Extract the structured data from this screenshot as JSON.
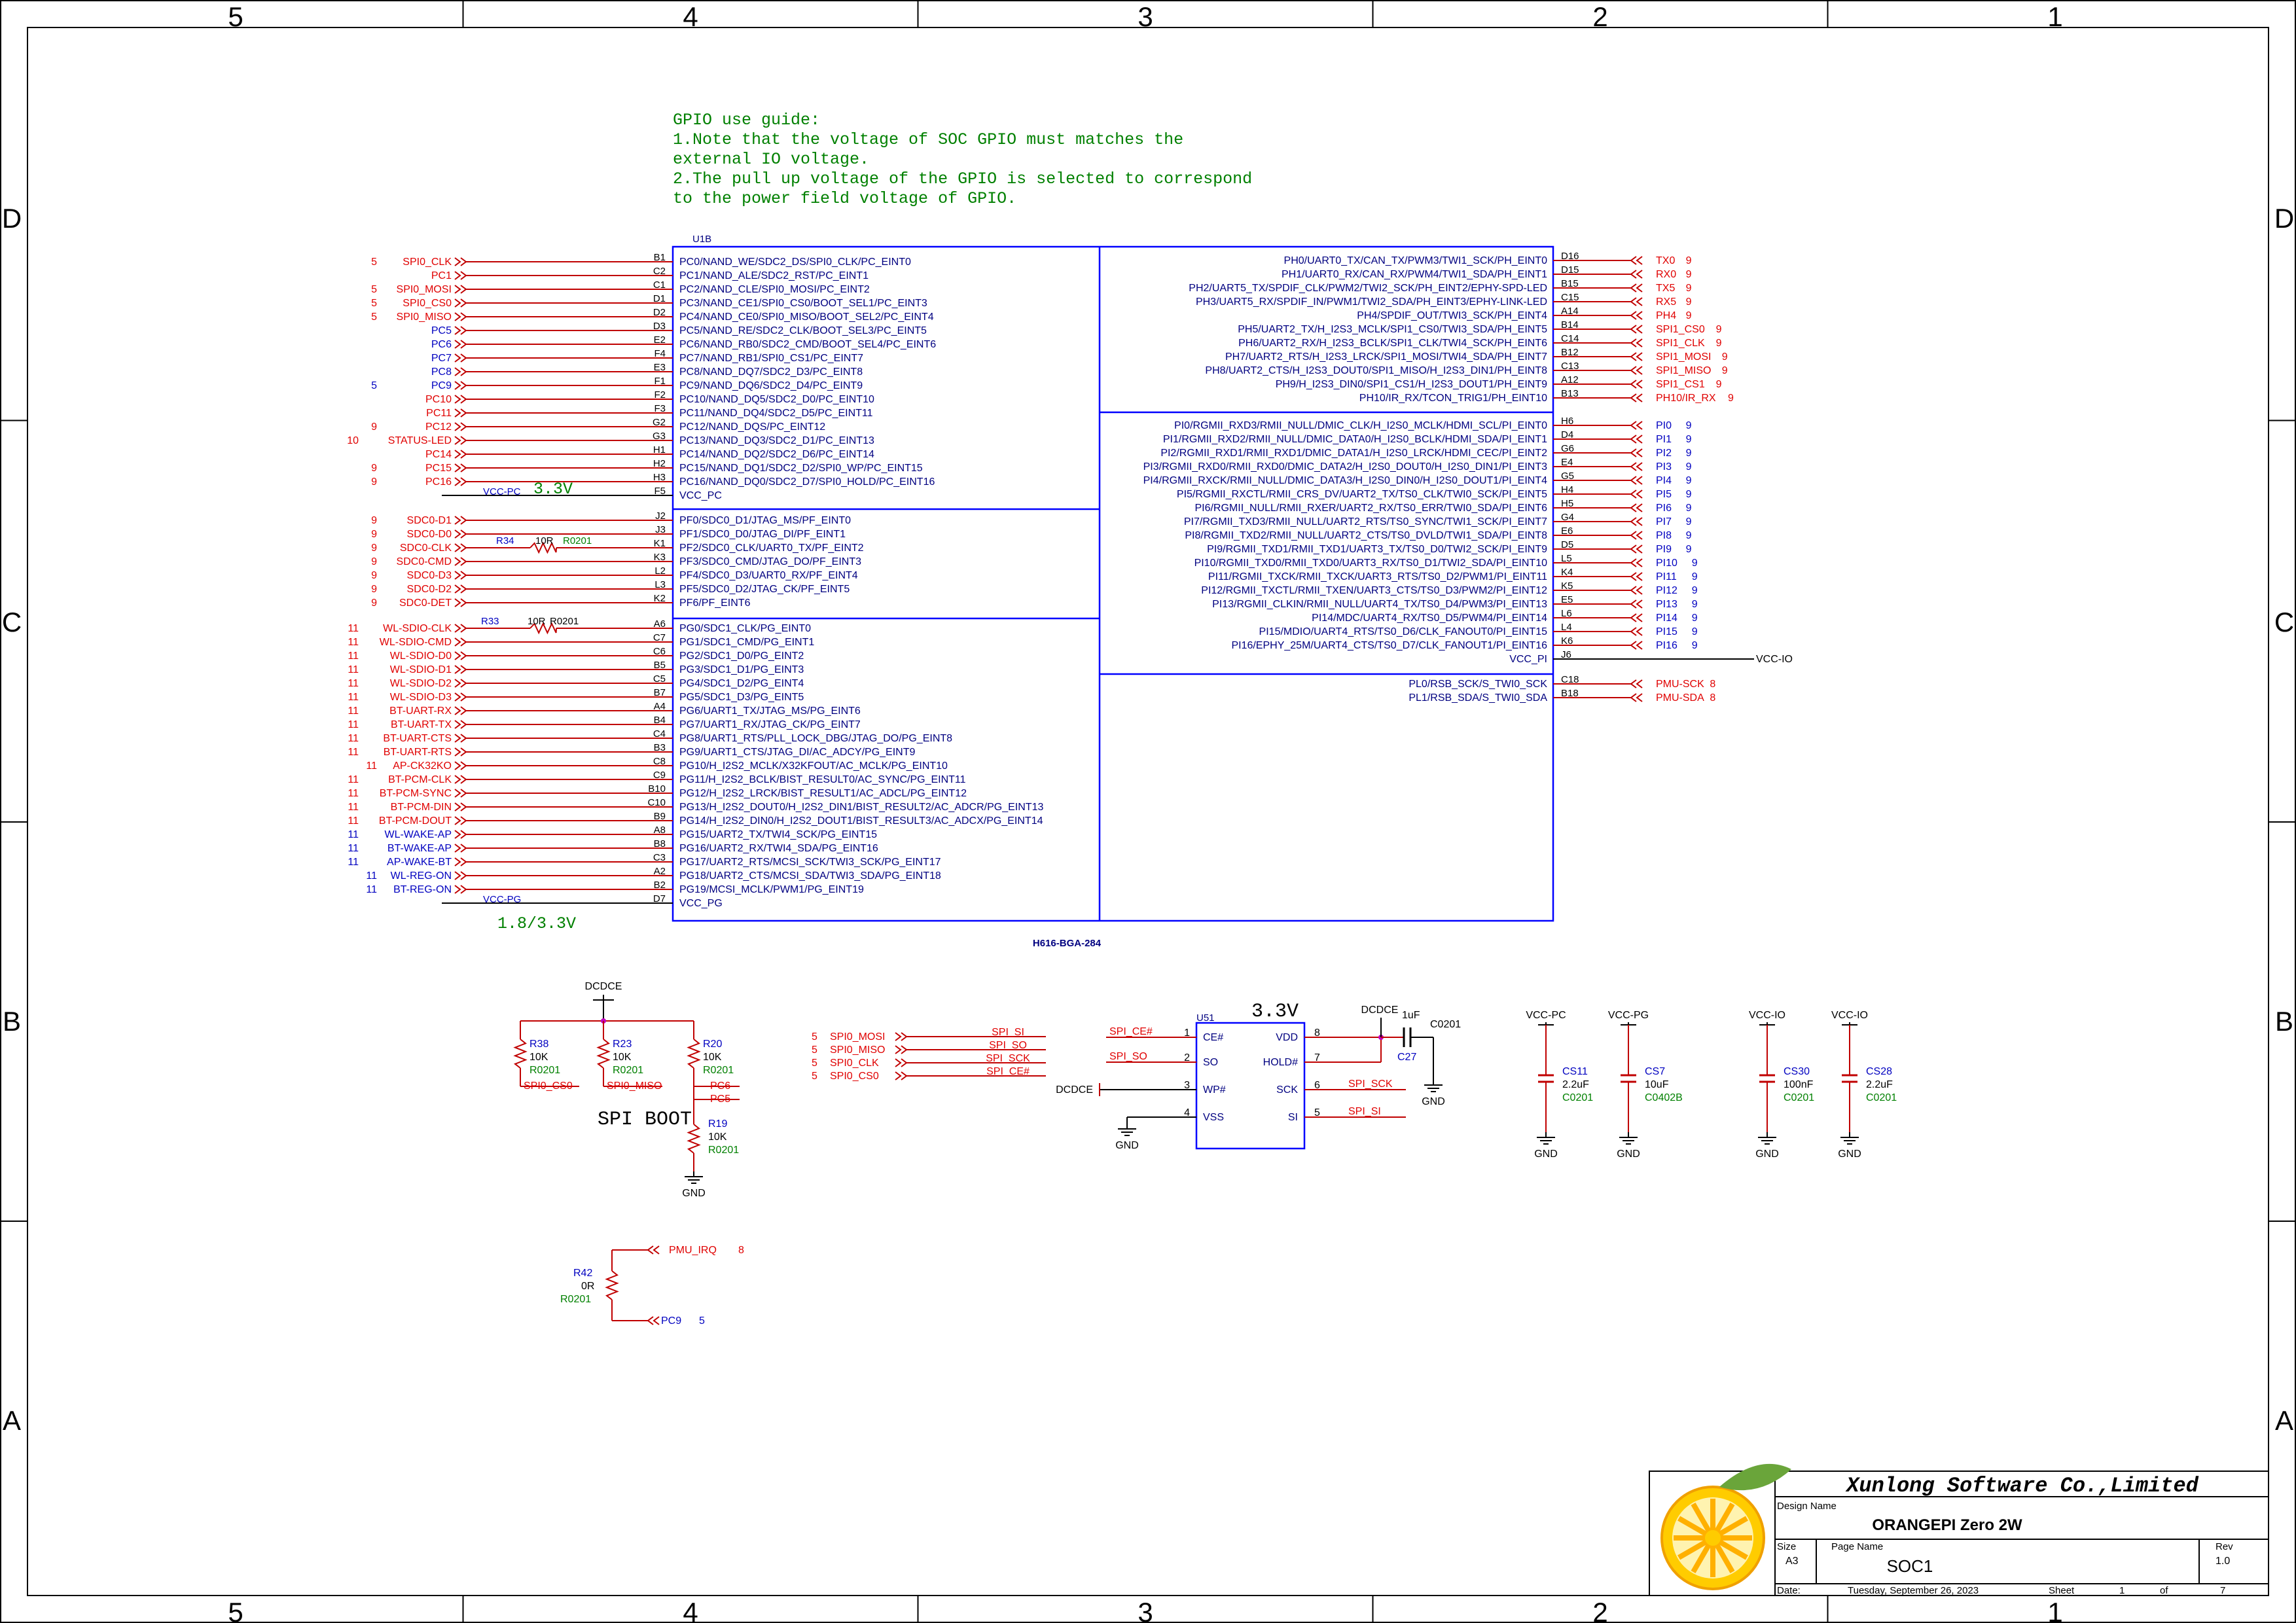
{
  "colors": {
    "wire": "#c00000",
    "net_red": "#e00000",
    "net_blue": "#0000c0",
    "chip": "#0000ff",
    "pin_text": "#000080",
    "note": "#008000",
    "frame": "#000000"
  },
  "zones": {
    "columns": [
      "5",
      "4",
      "3",
      "2",
      "1"
    ],
    "rows": [
      "D",
      "C",
      "B",
      "A"
    ]
  },
  "notes": {
    "gpio_guide": [
      "GPIO use guide:",
      "1.Note that the voltage of SOC GPIO must  matches the",
      "external IO voltage.",
      "2.The pull up voltage of the GPIO is selected to correspond",
      "to the power field voltage of GPIO."
    ],
    "vcc_pc_voltage": "3.3V",
    "vcc_pg_voltage": "1.8/3.3V",
    "spi_boot": "SPI BOOT",
    "flash_voltage": "3.3V"
  },
  "soc": {
    "ref": "U1B",
    "part": "H616-BGA-284",
    "left_pins": [
      {
        "pin": "B1",
        "fn": "PC0/NAND_WE/SDC2_DS/SPI0_CLK/PC_EINT0",
        "net": "SPI0_CLK",
        "page": "5",
        "color": "red"
      },
      {
        "pin": "C2",
        "fn": "PC1/NAND_ALE/SDC2_RST/PC_EINT1",
        "net": "PC1",
        "page": "",
        "color": "red"
      },
      {
        "pin": "C1",
        "fn": "PC2/NAND_CLE/SPI0_MOSI/PC_EINT2",
        "net": "SPI0_MOSI",
        "page": "5",
        "color": "red"
      },
      {
        "pin": "D1",
        "fn": "PC3/NAND_CE1/SPI0_CS0/BOOT_SEL1/PC_EINT3",
        "net": "SPI0_CS0",
        "page": "5",
        "color": "red"
      },
      {
        "pin": "D2",
        "fn": "PC4/NAND_CE0/SPI0_MISO/BOOT_SEL2/PC_EINT4",
        "net": "SPI0_MISO",
        "page": "5",
        "color": "red"
      },
      {
        "pin": "D3",
        "fn": "PC5/NAND_RE/SDC2_CLK/BOOT_SEL3/PC_EINT5",
        "net": "PC5",
        "page": "",
        "color": "blue"
      },
      {
        "pin": "E2",
        "fn": "PC6/NAND_RB0/SDC2_CMD/BOOT_SEL4/PC_EINT6",
        "net": "PC6",
        "page": "",
        "color": "blue"
      },
      {
        "pin": "F4",
        "fn": "PC7/NAND_RB1/SPI0_CS1/PC_EINT7",
        "net": "PC7",
        "page": "",
        "color": "blue"
      },
      {
        "pin": "E3",
        "fn": "PC8/NAND_DQ7/SDC2_D3/PC_EINT8",
        "net": "PC8",
        "page": "",
        "color": "blue"
      },
      {
        "pin": "F1",
        "fn": "PC9/NAND_DQ6/SDC2_D4/PC_EINT9",
        "net": "PC9",
        "page": "5",
        "color": "blue"
      },
      {
        "pin": "F2",
        "fn": "PC10/NAND_DQ5/SDC2_D0/PC_EINT10",
        "net": "PC10",
        "page": "",
        "color": "red"
      },
      {
        "pin": "F3",
        "fn": "PC11/NAND_DQ4/SDC2_D5/PC_EINT11",
        "net": "PC11",
        "page": "",
        "color": "red"
      },
      {
        "pin": "G2",
        "fn": "PC12/NAND_DQS/PC_EINT12",
        "net": "PC12",
        "page": "9",
        "color": "red"
      },
      {
        "pin": "G3",
        "fn": "PC13/NAND_DQ3/SDC2_D1/PC_EINT13",
        "net": "STATUS-LED",
        "page": "10",
        "color": "red"
      },
      {
        "pin": "H1",
        "fn": "PC14/NAND_DQ2/SDC2_D6/PC_EINT14",
        "net": "PC14",
        "page": "",
        "color": "red"
      },
      {
        "pin": "H2",
        "fn": "PC15/NAND_DQ1/SDC2_D2/SPI0_WP/PC_EINT15",
        "net": "PC15",
        "page": "9",
        "color": "red"
      },
      {
        "pin": "H3",
        "fn": "PC16/NAND_DQ0/SDC2_D7/SPI0_HOLD/PC_EINT16",
        "net": "PC16",
        "page": "9",
        "color": "red"
      },
      {
        "pin": "F5",
        "fn": "VCC_PC",
        "net": "VCC-PC",
        "page": "",
        "color": "blue"
      },
      {
        "pin": "J2",
        "fn": "PF0/SDC0_D1/JTAG_MS/PF_EINT0",
        "net": "SDC0-D1",
        "page": "9",
        "color": "red"
      },
      {
        "pin": "J3",
        "fn": "PF1/SDC0_D0/JTAG_DI/PF_EINT1",
        "net": "SDC0-D0",
        "page": "9",
        "color": "red"
      },
      {
        "pin": "K1",
        "fn": "PF2/SDC0_CLK/UART0_TX/PF_EINT2",
        "net": "SDC0-CLK",
        "page": "9",
        "color": "red"
      },
      {
        "pin": "K3",
        "fn": "PF3/SDC0_CMD/JTAG_DO/PF_EINT3",
        "net": "SDC0-CMD",
        "page": "9",
        "color": "red"
      },
      {
        "pin": "L2",
        "fn": "PF4/SDC0_D3/UART0_RX/PF_EINT4",
        "net": "SDC0-D3",
        "page": "9",
        "color": "red"
      },
      {
        "pin": "L3",
        "fn": "PF5/SDC0_D2/JTAG_CK/PF_EINT5",
        "net": "SDC0-D2",
        "page": "9",
        "color": "red"
      },
      {
        "pin": "K2",
        "fn": "PF6/PF_EINT6",
        "net": "SDC0-DET",
        "page": "9",
        "color": "red"
      },
      {
        "pin": "A6",
        "fn": "PG0/SDC1_CLK/PG_EINT0",
        "net": "WL-SDIO-CLK",
        "page": "11",
        "color": "red"
      },
      {
        "pin": "C7",
        "fn": "PG1/SDC1_CMD/PG_EINT1",
        "net": "WL-SDIO-CMD",
        "page": "11",
        "color": "red"
      },
      {
        "pin": "C6",
        "fn": "PG2/SDC1_D0/PG_EINT2",
        "net": "WL-SDIO-D0",
        "page": "11",
        "color": "red"
      },
      {
        "pin": "B5",
        "fn": "PG3/SDC1_D1/PG_EINT3",
        "net": "WL-SDIO-D1",
        "page": "11",
        "color": "red"
      },
      {
        "pin": "C5",
        "fn": "PG4/SDC1_D2/PG_EINT4",
        "net": "WL-SDIO-D2",
        "page": "11",
        "color": "red"
      },
      {
        "pin": "B7",
        "fn": "PG5/SDC1_D3/PG_EINT5",
        "net": "WL-SDIO-D3",
        "page": "11",
        "color": "red"
      },
      {
        "pin": "A4",
        "fn": "PG6/UART1_TX/JTAG_MS/PG_EINT6",
        "net": "BT-UART-RX",
        "page": "11",
        "color": "red"
      },
      {
        "pin": "B4",
        "fn": "PG7/UART1_RX/JTAG_CK/PG_EINT7",
        "net": "BT-UART-TX",
        "page": "11",
        "color": "red"
      },
      {
        "pin": "C4",
        "fn": "PG8/UART1_RTS/PLL_LOCK_DBG/JTAG_DO/PG_EINT8",
        "net": "BT-UART-CTS",
        "page": "11",
        "color": "red"
      },
      {
        "pin": "B3",
        "fn": "PG9/UART1_CTS/JTAG_DI/AC_ADCY/PG_EINT9",
        "net": "BT-UART-RTS",
        "page": "11",
        "color": "red"
      },
      {
        "pin": "C8",
        "fn": "PG10/H_I2S2_MCLK/X32KFOUT/AC_MCLK/PG_EINT10",
        "net": "AP-CK32KO",
        "page": "11",
        "color": "red"
      },
      {
        "pin": "C9",
        "fn": "PG11/H_I2S2_BCLK/BIST_RESULT0/AC_SYNC/PG_EINT11",
        "net": "BT-PCM-CLK",
        "page": "11",
        "color": "red"
      },
      {
        "pin": "B10",
        "fn": "PG12/H_I2S2_LRCK/BIST_RESULT1/AC_ADCL/PG_EINT12",
        "net": "BT-PCM-SYNC",
        "page": "11",
        "color": "red"
      },
      {
        "pin": "C10",
        "fn": "PG13/H_I2S2_DOUT0/H_I2S2_DIN1/BIST_RESULT2/AC_ADCR/PG_EINT13",
        "net": "BT-PCM-DIN",
        "page": "11",
        "color": "red"
      },
      {
        "pin": "B9",
        "fn": "PG14/H_I2S2_DIN0/H_I2S2_DOUT1/BIST_RESULT3/AC_ADCX/PG_EINT14",
        "net": "BT-PCM-DOUT",
        "page": "11",
        "color": "red"
      },
      {
        "pin": "A8",
        "fn": "PG15/UART2_TX/TWI4_SCK/PG_EINT15",
        "net": "WL-WAKE-AP",
        "page": "11",
        "color": "blue"
      },
      {
        "pin": "B8",
        "fn": "PG16/UART2_RX/TWI4_SDA/PG_EINT16",
        "net": "BT-WAKE-AP",
        "page": "11",
        "color": "blue"
      },
      {
        "pin": "C3",
        "fn": "PG17/UART2_RTS/MCSI_SCK/TWI3_SCK/PG_EINT17",
        "net": "AP-WAKE-BT",
        "page": "11",
        "color": "blue"
      },
      {
        "pin": "A2",
        "fn": "PG18/UART2_CTS/MCSI_SDA/TWI3_SDA/PG_EINT18",
        "net": "WL-REG-ON",
        "page": "11",
        "color": "blue"
      },
      {
        "pin": "B2",
        "fn": "PG19/MCSI_MCLK/PWM1/PG_EINT19",
        "net": "BT-REG-ON",
        "page": "11",
        "color": "blue"
      },
      {
        "pin": "D7",
        "fn": "VCC_PG",
        "net": "VCC-PG",
        "page": "",
        "color": "blue"
      }
    ],
    "right_pins": [
      {
        "pin": "D16",
        "fn": "PH0/UART0_TX/CAN_TX/PWM3/TWI1_SCK/PH_EINT0",
        "net": "TX0",
        "page": "9",
        "color": "red"
      },
      {
        "pin": "D15",
        "fn": "PH1/UART0_RX/CAN_RX/PWM4/TWI1_SDA/PH_EINT1",
        "net": "RX0",
        "page": "9",
        "color": "red"
      },
      {
        "pin": "B15",
        "fn": "PH2/UART5_TX/SPDIF_CLK/PWM2/TWI2_SCK/PH_EINT2/EPHY-SPD-LED",
        "net": "TX5",
        "page": "9",
        "color": "red"
      },
      {
        "pin": "C15",
        "fn": "PH3/UART5_RX/SPDIF_IN/PWM1/TWI2_SDA/PH_EINT3/EPHY-LINK-LED",
        "net": "RX5",
        "page": "9",
        "color": "red"
      },
      {
        "pin": "A14",
        "fn": "PH4/SPDIF_OUT/TWI3_SCK/PH_EINT4",
        "net": "PH4",
        "page": "9",
        "color": "red"
      },
      {
        "pin": "B14",
        "fn": "PH5/UART2_TX/H_I2S3_MCLK/SPI1_CS0/TWI3_SDA/PH_EINT5",
        "net": "SPI1_CS0",
        "page": "9",
        "color": "red"
      },
      {
        "pin": "C14",
        "fn": "PH6/UART2_RX/H_I2S3_BCLK/SPI1_CLK/TWI4_SCK/PH_EINT6",
        "net": "SPI1_CLK",
        "page": "9",
        "color": "red"
      },
      {
        "pin": "B12",
        "fn": "PH7/UART2_RTS/H_I2S3_LRCK/SPI1_MOSI/TWI4_SDA/PH_EINT7",
        "net": "SPI1_MOSI",
        "page": "9",
        "color": "red"
      },
      {
        "pin": "C13",
        "fn": "PH8/UART2_CTS/H_I2S3_DOUT0/SPI1_MISO/H_I2S3_DIN1/PH_EINT8",
        "net": "SPI1_MISO",
        "page": "9",
        "color": "red"
      },
      {
        "pin": "A12",
        "fn": "PH9/H_I2S3_DIN0/SPI1_CS1/H_I2S3_DOUT1/PH_EINT9",
        "net": "SPI1_CS1",
        "page": "9",
        "color": "red"
      },
      {
        "pin": "B13",
        "fn": "PH10/IR_RX/TCON_TRIG1/PH_EINT10",
        "net": "PH10/IR_RX",
        "page": "9",
        "color": "red"
      },
      {
        "pin": "H6",
        "fn": "PI0/RGMII_RXD3/RMII_NULL/DMIC_CLK/H_I2S0_MCLK/HDMI_SCL/PI_EINT0",
        "net": "PI0",
        "page": "9",
        "color": "blue"
      },
      {
        "pin": "D4",
        "fn": "PI1/RGMII_RXD2/RMII_NULL/DMIC_DATA0/H_I2S0_BCLK/HDMI_SDA/PI_EINT1",
        "net": "PI1",
        "page": "9",
        "color": "blue"
      },
      {
        "pin": "G6",
        "fn": "PI2/RGMII_RXD1/RMII_RXD1/DMIC_DATA1/H_I2S0_LRCK/HDMI_CEC/PI_EINT2",
        "net": "PI2",
        "page": "9",
        "color": "blue"
      },
      {
        "pin": "E4",
        "fn": "PI3/RGMII_RXD0/RMII_RXD0/DMIC_DATA2/H_I2S0_DOUT0/H_I2S0_DIN1/PI_EINT3",
        "net": "PI3",
        "page": "9",
        "color": "blue"
      },
      {
        "pin": "G5",
        "fn": "PI4/RGMII_RXCK/RMII_NULL/DMIC_DATA3/H_I2S0_DIN0/H_I2S0_DOUT1/PI_EINT4",
        "net": "PI4",
        "page": "9",
        "color": "blue"
      },
      {
        "pin": "H4",
        "fn": "PI5/RGMII_RXCTL/RMII_CRS_DV/UART2_TX/TS0_CLK/TWI0_SCK/PI_EINT5",
        "net": "PI5",
        "page": "9",
        "color": "blue"
      },
      {
        "pin": "H5",
        "fn": "PI6/RGMII_NULL/RMII_RXER/UART2_RX/TS0_ERR/TWI0_SDA/PI_EINT6",
        "net": "PI6",
        "page": "9",
        "color": "blue"
      },
      {
        "pin": "G4",
        "fn": "PI7/RGMII_TXD3/RMII_NULL/UART2_RTS/TS0_SYNC/TWI1_SCK/PI_EINT7",
        "net": "PI7",
        "page": "9",
        "color": "blue"
      },
      {
        "pin": "E6",
        "fn": "PI8/RGMII_TXD2/RMII_NULL/UART2_CTS/TS0_DVLD/TWI1_SDA/PI_EINT8",
        "net": "PI8",
        "page": "9",
        "color": "blue"
      },
      {
        "pin": "D5",
        "fn": "PI9/RGMII_TXD1/RMII_TXD1/UART3_TX/TS0_D0/TWI2_SCK/PI_EINT9",
        "net": "PI9",
        "page": "9",
        "color": "blue"
      },
      {
        "pin": "L5",
        "fn": "PI10/RGMII_TXD0/RMII_TXD0/UART3_RX/TS0_D1/TWI2_SDA/PI_EINT10",
        "net": "PI10",
        "page": "9",
        "color": "blue"
      },
      {
        "pin": "K4",
        "fn": "PI11/RGMII_TXCK/RMII_TXCK/UART3_RTS/TS0_D2/PWM1/PI_EINT11",
        "net": "PI11",
        "page": "9",
        "color": "blue"
      },
      {
        "pin": "K5",
        "fn": "PI12/RGMII_TXCTL/RMII_TXEN/UART3_CTS/TS0_D3/PWM2/PI_EINT12",
        "net": "PI12",
        "page": "9",
        "color": "blue"
      },
      {
        "pin": "E5",
        "fn": "PI13/RGMII_CLKIN/RMII_NULL/UART4_TX/TS0_D4/PWM3/PI_EINT13",
        "net": "PI13",
        "page": "9",
        "color": "blue"
      },
      {
        "pin": "L6",
        "fn": "PI14/MDC/UART4_RX/TS0_D5/PWM4/PI_EINT14",
        "net": "PI14",
        "page": "9",
        "color": "blue"
      },
      {
        "pin": "L4",
        "fn": "PI15/MDIO/UART4_RTS/TS0_D6/CLK_FANOUT0/PI_EINT15",
        "net": "PI15",
        "page": "9",
        "color": "blue"
      },
      {
        "pin": "K6",
        "fn": "PI16/EPHY_25M/UART4_CTS/TS0_D7/CLK_FANOUT1/PI_EINT16",
        "net": "PI16",
        "page": "9",
        "color": "blue"
      },
      {
        "pin": "J6",
        "fn": "VCC_PI",
        "net": "VCC-IO",
        "page": "",
        "color": "black"
      },
      {
        "pin": "C18",
        "fn": "PL0/RSB_SCK/S_TWI0_SCK",
        "net": "PMU-SCK",
        "page": "8",
        "color": "red"
      },
      {
        "pin": "B18",
        "fn": "PL1/RSB_SDA/S_TWI0_SDA",
        "net": "PMU-SDA",
        "page": "8",
        "color": "red"
      }
    ],
    "series_resistors": [
      {
        "ref": "R34",
        "value": "10R",
        "pkg": "R0201"
      },
      {
        "ref": "R33",
        "value": "10R",
        "pkg": "R0201"
      }
    ]
  },
  "boot_resistors": {
    "supply": "DCDCE",
    "items": [
      {
        "ref": "R38",
        "value": "10K",
        "pkg": "R0201",
        "net": "SPI0_CS0"
      },
      {
        "ref": "R23",
        "value": "10K",
        "pkg": "R0201",
        "net": "SPI0_MISO"
      },
      {
        "ref": "R20",
        "value": "10K",
        "pkg": "R0201",
        "net": "PC6"
      },
      {
        "ref": "R19",
        "value": "10K",
        "pkg": "R0201",
        "net": "PC5"
      }
    ],
    "gnd": "GND"
  },
  "spi_aliases": [
    {
      "page": "5",
      "from": "SPI0_MOSI",
      "to": "SPI_SI"
    },
    {
      "page": "5",
      "from": "SPI0_MISO",
      "to": "SPI_SO"
    },
    {
      "page": "5",
      "from": "SPI0_CLK",
      "to": "SPI_SCK"
    },
    {
      "page": "5",
      "from": "SPI0_CS0",
      "to": "SPI_CE#"
    }
  ],
  "flash": {
    "ref": "U51",
    "left": [
      {
        "num": "1",
        "name": "CE#",
        "net": "SPI_CE#"
      },
      {
        "num": "2",
        "name": "SO",
        "net": "SPI_SO"
      },
      {
        "num": "3",
        "name": "WP#",
        "net": "DCDCE"
      },
      {
        "num": "4",
        "name": "VSS",
        "net": "GND"
      }
    ],
    "right": [
      {
        "num": "8",
        "name": "VDD",
        "net": ""
      },
      {
        "num": "7",
        "name": "HOLD#",
        "net": ""
      },
      {
        "num": "6",
        "name": "SCK",
        "net": "SPI_SCK"
      },
      {
        "num": "5",
        "name": "SI",
        "net": "SPI_SI"
      }
    ],
    "decap": {
      "supply": "DCDCE",
      "value": "1uF",
      "pkg": "C0201",
      "ref": "C27",
      "gnd": "GND"
    }
  },
  "pmu_irq": {
    "ref": "R42",
    "value": "0R",
    "pkg": "R0201",
    "top_net": "PMU_IRQ",
    "top_page": "8",
    "bottom_net": "PC9",
    "bottom_page": "5"
  },
  "decoupling": [
    {
      "rail": "VCC-PC",
      "ref": "CS11",
      "value": "2.2uF",
      "pkg": "C0201",
      "gnd": "GND"
    },
    {
      "rail": "VCC-PG",
      "ref": "CS7",
      "value": "10uF",
      "pkg": "C0402B",
      "gnd": "GND"
    },
    {
      "rail": "VCC-IO",
      "ref": "CS30",
      "value": "100nF",
      "pkg": "C0201",
      "gnd": "GND"
    },
    {
      "rail": "VCC-IO",
      "ref": "CS28",
      "value": "2.2uF",
      "pkg": "C0201",
      "gnd": "GND"
    }
  ],
  "title_block": {
    "company": "Xunlong Software  Co.,Limited",
    "design_name_label": "Design Name",
    "design_name": "ORANGEPI Zero 2W",
    "size_label": "Size",
    "size": "A3",
    "page_name_label": "Page Name",
    "page_name": "SOC1",
    "rev_label": "Rev",
    "rev": "1.0",
    "date_label": "Date:",
    "date": "Tuesday, September 26, 2023",
    "sheet_label": "Sheet",
    "sheet": "1",
    "of_label": "of",
    "total": "7"
  }
}
